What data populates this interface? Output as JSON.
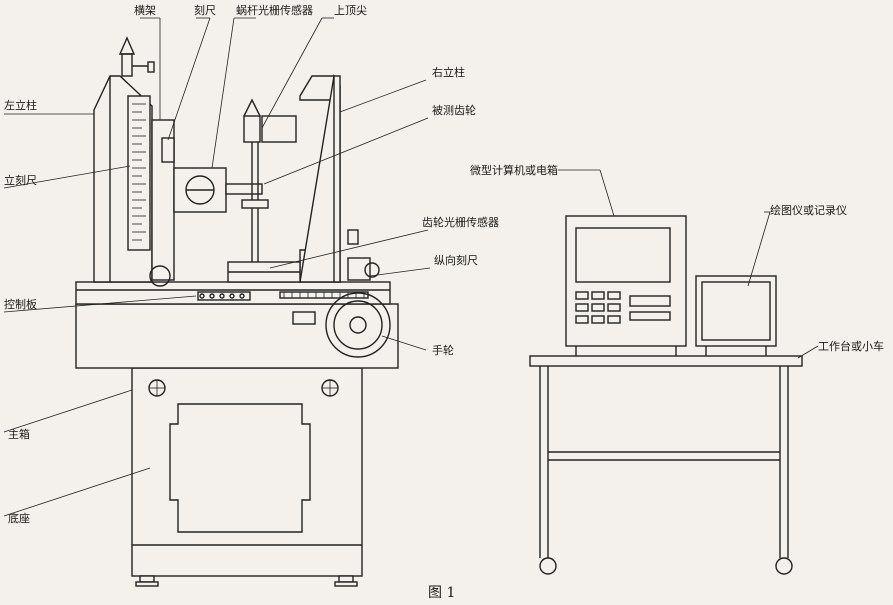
{
  "figure": {
    "caption": "图 1",
    "labels": {
      "crossbeam": "横架",
      "scale": "刻尺",
      "worm_grating_sensor": "蜗杆光栅传感器",
      "upper_center": "上顶尖",
      "left_column": "左立柱",
      "right_column": "右立柱",
      "measured_gear": "被测齿轮",
      "vertical_scale": "立刻尺",
      "gear_grating_sensor": "齿轮光栅传感器",
      "longitudinal_scale": "纵向刻尺",
      "control_panel": "控制板",
      "handwheel": "手轮",
      "main_box": "主箱",
      "base": "底座",
      "computer_box": "微型计算机或电箱",
      "plotter": "绘图仪或记录仪",
      "workbench": "工作台或小车"
    }
  }
}
